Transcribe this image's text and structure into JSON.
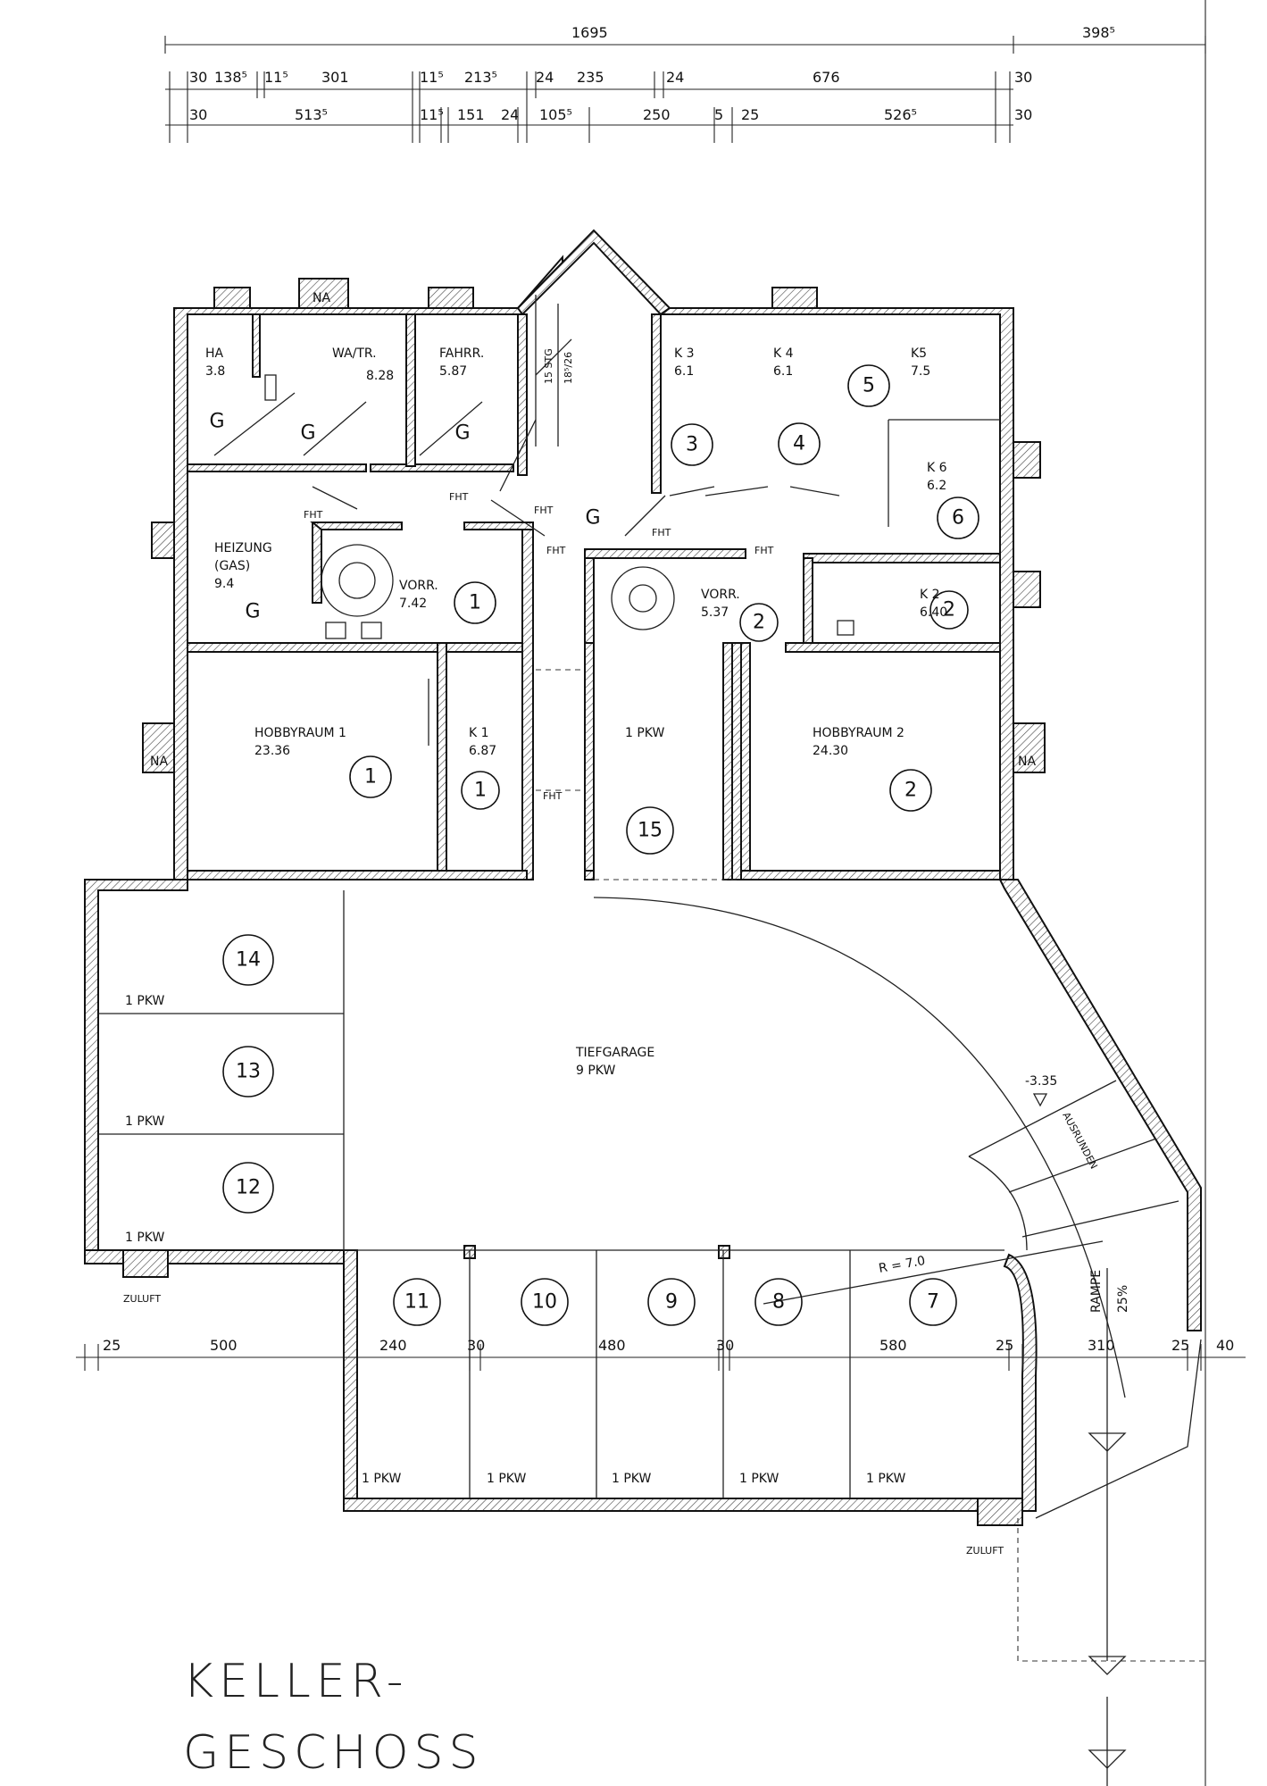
{
  "title": {
    "line1": "KELLER-",
    "line2": "GESCHOSS"
  },
  "dimensions_top": {
    "overall": "1695",
    "overall_right": "398⁵",
    "row1": [
      "30",
      "138⁵",
      "11⁵",
      "301",
      "11⁵",
      "213⁵",
      "24",
      "235",
      "24",
      "676",
      "30"
    ],
    "row2": [
      "30",
      "513⁵",
      "11⁵",
      "151",
      "24",
      "105⁵",
      "250",
      "5",
      "25",
      "526⁵",
      "30"
    ]
  },
  "dimensions_bottom": [
    "25",
    "500",
    "240",
    "30",
    "480",
    "30",
    "580",
    "25",
    "310",
    "25",
    "40"
  ],
  "rooms": [
    {
      "name": "HA",
      "area": "3.8"
    },
    {
      "name": "WA/TR.",
      "area": "8.28"
    },
    {
      "name": "FAHRR.",
      "area": "5.87"
    },
    {
      "name": "K 3",
      "area": "6.1"
    },
    {
      "name": "K 4",
      "area": "6.1"
    },
    {
      "name": "K5",
      "area": "7.5"
    },
    {
      "name": "K 6",
      "area": "6.2"
    },
    {
      "name": "HEIZUNG",
      "name2": "(GAS)",
      "area": "9.4"
    },
    {
      "name": "VORR.",
      "area": "7.42"
    },
    {
      "name": "VORR.",
      "area": "5.37"
    },
    {
      "name": "K 2",
      "area": "6.40"
    },
    {
      "name": "HOBBYRAUM 1",
      "area": "23.36"
    },
    {
      "name": "K 1",
      "area": "6.87"
    },
    {
      "name": "1 PKW",
      "area": ""
    },
    {
      "name": "HOBBYRAUM 2",
      "area": "24.30"
    },
    {
      "name": "TIEFGARAGE",
      "area": "9 PKW"
    }
  ],
  "unit_numbers": [
    "1",
    "1",
    "1",
    "2",
    "2",
    "2",
    "3",
    "4",
    "5",
    "6",
    "14",
    "13",
    "12",
    "11",
    "10",
    "9",
    "8",
    "7",
    "15"
  ],
  "g_marks": [
    "G",
    "G",
    "G",
    "G",
    "G"
  ],
  "labels": {
    "na": "NA",
    "fht": "FHT",
    "stair": "15 STG",
    "stair2": "18⁵/26",
    "pkw": "1 PKW",
    "zuluft": "ZULUFT",
    "level": "-3.35",
    "ausrunden": "AUSRUNDEN",
    "radius": "R = 7.0",
    "rampe": "RAMPE",
    "rampe_pct": "25%"
  }
}
